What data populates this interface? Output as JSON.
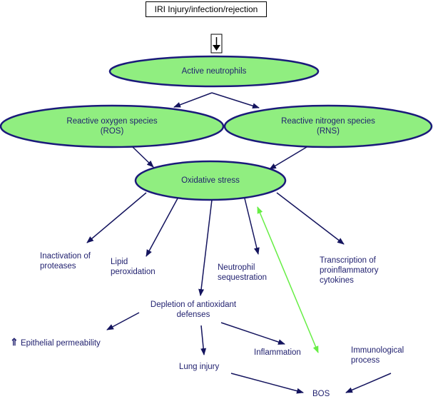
{
  "title_box": {
    "label": "IRI Injury/infection/rejection"
  },
  "nodes": {
    "active_neutrophils": {
      "label": "Active neutrophils"
    },
    "ros": {
      "line1": "Reactive oxygen species",
      "line2": "(ROS)"
    },
    "rns": {
      "line1": "Reactive nitrogen species",
      "line2": "(RNS)"
    },
    "oxidative_stress": {
      "label": "Oxidative stress"
    }
  },
  "effects": {
    "inactivation": {
      "line1": "Inactivation of",
      "line2": "proteases"
    },
    "lipid": {
      "line1": "Lipid",
      "line2": "peroxidation"
    },
    "neutrophil_seq": {
      "line1": "Neutrophil",
      "line2": "sequestration"
    },
    "transcription": {
      "line1": "Transcription of",
      "line2": "proinflammatory",
      "line3": "cytokines"
    },
    "depletion": {
      "line1": "Depletion of antioxidant",
      "line2": "defenses"
    },
    "epithelial": {
      "prefix": "⇑",
      "label": "Epithelial permeability"
    },
    "inflammation": {
      "label": "Inflammation"
    },
    "lung_injury": {
      "label": "Lung injury"
    },
    "immunological": {
      "line1": "Immunological",
      "line2": "process"
    },
    "bos": {
      "label": "BOS"
    }
  },
  "colors": {
    "node_fill": "#90ee80",
    "node_stroke": "#1a1a7a",
    "arrow": "#14145e",
    "bidirectional_arrow": "#66ee44",
    "text": "#1f1f6e"
  }
}
